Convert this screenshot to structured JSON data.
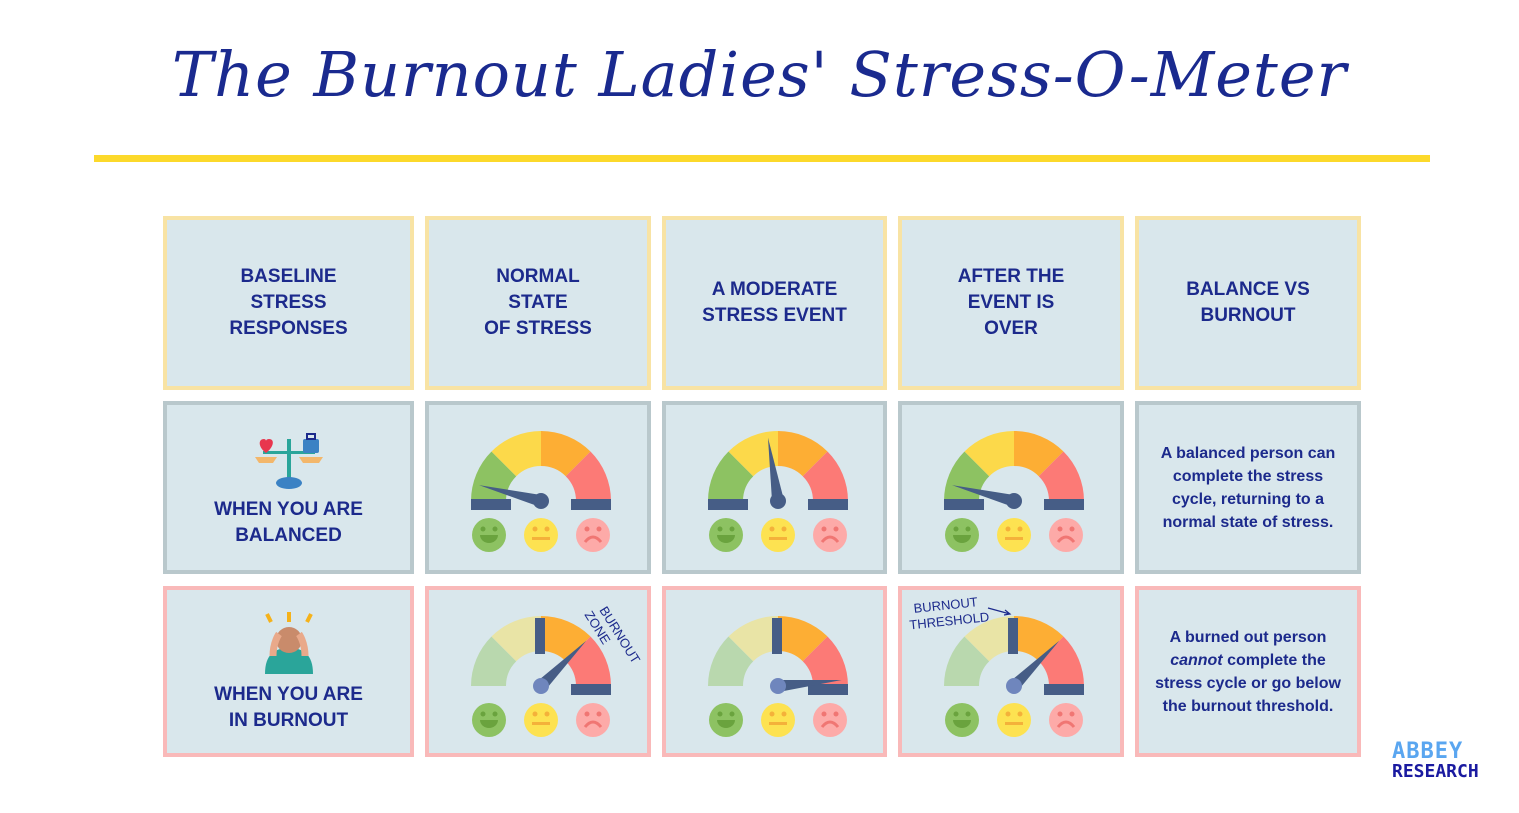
{
  "title": "The Burnout Ladies' Stress-O-Meter",
  "colors": {
    "text": "#1c2a8c",
    "accent_line": "#fcd92b",
    "cell_bg": "#d9e7ec"
  },
  "headers": [
    "BASELINE\nSTRESS\nRESPONSES",
    "NORMAL\nSTATE\nOF STRESS",
    "A MODERATE\nSTRESS EVENT",
    "AFTER THE\nEVENT IS\nOVER",
    "BALANCE VS\nBURNOUT"
  ],
  "rows": [
    {
      "label": "WHEN YOU ARE\nBALANCED",
      "icon": "balance-scale-icon",
      "needles_percent": [
        8,
        45,
        8
      ],
      "desc": "A balanced person can\ncomplete the stress\ncycle, returning to a\nnormal state of stress."
    },
    {
      "label": "WHEN YOU ARE\nIN BURNOUT",
      "icon": "stressed-person-icon",
      "needles_percent": [
        75,
        97,
        75
      ],
      "desc_pre": "A burned out person\n",
      "desc_em": "cannot",
      "desc_post": " complete the\nstress cycle or go below\nthe burnout threshold."
    }
  ],
  "annotations": {
    "burnout_zone": [
      "BURNOUT",
      "ZONE"
    ],
    "burnout_threshold": [
      "BURNOUT",
      "THRESHOLD"
    ]
  },
  "logo": {
    "line1": "ABBEY",
    "line2": "RESEARCH"
  }
}
